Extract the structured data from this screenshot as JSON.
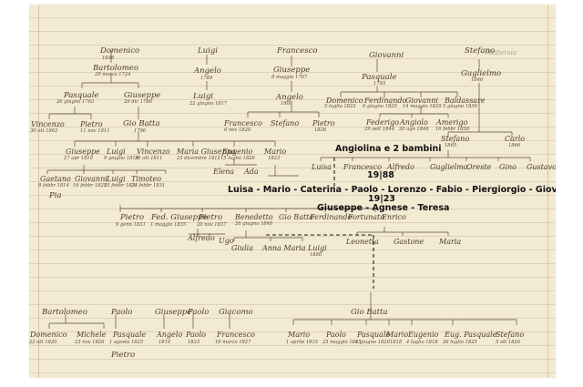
{
  "annotations": {
    "family_1": "Angiolina e 2 bambini",
    "year_1": "19|88",
    "family_2_line1": "Luisa - Mario - Caterina - Paolo - Lorenzo - Fabio - Piergiorgio - Giovanna",
    "year_2": "19|23",
    "family_2_line2": "Giuseppe - Agnese - Teresa"
  },
  "top_row": [
    {
      "name": "Domenico",
      "date": "1698"
    },
    {
      "name": "Luigi",
      "date": ""
    },
    {
      "name": "Francesco",
      "date": ""
    },
    {
      "name": "Giovanni",
      "date": ""
    },
    {
      "name": "Stefano",
      "date": ""
    }
  ],
  "pencil_note": "Matteraia",
  "row2": [
    {
      "name": "Bartolomeo",
      "date": "29 marzo 1724"
    },
    {
      "name": "Angelo",
      "date": "1789"
    },
    {
      "name": "Giuseppe",
      "date": "8 maggio 1767"
    },
    {
      "name": "Pasquale",
      "date": "1793"
    },
    {
      "name": "Guglielmo",
      "date": "1846"
    }
  ],
  "row3": [
    {
      "name": "Pasquale",
      "date": "26 giugno 1763"
    },
    {
      "name": "Giuseppe",
      "date": "29 dic 1766"
    },
    {
      "name": "Luigi",
      "date": "22 giugno 1817"
    },
    {
      "name": "Angelo",
      "date": "1808"
    },
    {
      "name": "Domenico",
      "date": "5 luglio 1823"
    },
    {
      "name": "Ferdinando",
      "date": "6 giugno 1825"
    },
    {
      "name": "Giovanni",
      "date": "14 maggio 1829"
    },
    {
      "name": "Baldassare",
      "date": "5 giugno 1836"
    }
  ],
  "row4": [
    {
      "name": "Vincenzo",
      "date": "30 ott 1862"
    },
    {
      "name": "Pietro",
      "date": "11 nov 1811"
    },
    {
      "name": "Gio Batta",
      "date": "1786"
    },
    {
      "name": "Francesco",
      "date": "6 nov 1820"
    },
    {
      "name": "Stefano",
      "date": ""
    },
    {
      "name": "Pietro",
      "date": "1826"
    },
    {
      "name": "Federigo",
      "date": "29 sett 1844"
    },
    {
      "name": "Angiolo",
      "date": "20 ago 1846"
    },
    {
      "name": "Amerigo",
      "date": "16 febbr 1858"
    }
  ],
  "right_mid": [
    {
      "name": "Stefano",
      "date": "1865"
    },
    {
      "name": "Carlo",
      "date": "1866"
    }
  ],
  "row5": [
    {
      "name": "Giuseppe",
      "date": "27 apr 1810"
    },
    {
      "name": "Luigi",
      "date": "9 giugno 1819"
    },
    {
      "name": "Vincenzo",
      "date": "26 ott 1811"
    },
    {
      "name": "Maria Giuseppa",
      "date": "23 dicembre 1812"
    },
    {
      "name": "Eugenio",
      "date": "15 luglio 1826"
    },
    {
      "name": "Mario",
      "date": "1823"
    }
  ],
  "row5_right": [
    {
      "name": "Luisa"
    },
    {
      "name": "Francesco"
    },
    {
      "name": "Alfredo"
    },
    {
      "name": "Guglielmo"
    },
    {
      "name": "Oreste"
    },
    {
      "name": "Gino"
    },
    {
      "name": "Gustavo"
    }
  ],
  "row6": [
    {
      "name": "Gaetano",
      "date": "8 febbr 1814"
    },
    {
      "name": "Giovanni",
      "date": "16 febbr 1825"
    },
    {
      "name": "Luigi",
      "date": "25 febbr 1831"
    },
    {
      "name": "Timoteo",
      "date": "24 febbr 1831"
    },
    {
      "name": "Elena",
      "date": ""
    },
    {
      "name": "Ada",
      "date": ""
    }
  ],
  "pia": "Pia",
  "row7": [
    {
      "name": "Pietro",
      "date": "9 genn 1831"
    },
    {
      "name": "Fed. Giuseppe",
      "date": "1 maggio 1835"
    },
    {
      "name": "Pietro",
      "date": "20 nov 1837"
    },
    {
      "name": "Benedetto",
      "date": "26 giugno 1840"
    },
    {
      "name": "Gio Batta",
      "date": ""
    },
    {
      "name": "Ferdinando",
      "date": ""
    },
    {
      "name": "Fortunato",
      "date": ""
    },
    {
      "name": "Enrico",
      "date": ""
    }
  ],
  "row8": [
    {
      "name": "Alfredo"
    },
    {
      "name": "Ugo"
    },
    {
      "name": "Giulia"
    },
    {
      "name": "Anna Maria"
    },
    {
      "name": "Luigi",
      "date": "1880"
    },
    {
      "name": "Leonetta"
    },
    {
      "name": "Gastone"
    },
    {
      "name": "Maria"
    }
  ],
  "bottom_heads": [
    {
      "name": "Bartolomeo"
    },
    {
      "name": "Paolo"
    },
    {
      "name": "Giuseppe"
    },
    {
      "name": "Paolo"
    },
    {
      "name": "Giacomo"
    },
    {
      "name": "Gio Batta"
    }
  ],
  "bottom_children": [
    {
      "name": "Domenico",
      "date": "22 ott 1820"
    },
    {
      "name": "Michele",
      "date": "23 nov 1826"
    },
    {
      "name": "Pasquale",
      "date": "1 agosto 1825"
    },
    {
      "name": "Angelo",
      "date": "1810"
    },
    {
      "name": "Paolo",
      "date": "1823"
    },
    {
      "name": "Francesco",
      "date": "16 marzo 1827"
    },
    {
      "name": "Mario",
      "date": "1 aprile 1815"
    },
    {
      "name": "Paolo",
      "date": "25 maggio 1815"
    },
    {
      "name": "Pasquale",
      "date": "4 giugno 1820"
    },
    {
      "name": "Mario",
      "date": "1818"
    },
    {
      "name": "Eugenio",
      "date": "4 luglio 1818"
    },
    {
      "name": "Eug. Pasquale",
      "date": "26 luglio 1825"
    },
    {
      "name": "Stefano",
      "date": "5 ott 1826"
    }
  ],
  "pietro_bottom": "Pietro"
}
